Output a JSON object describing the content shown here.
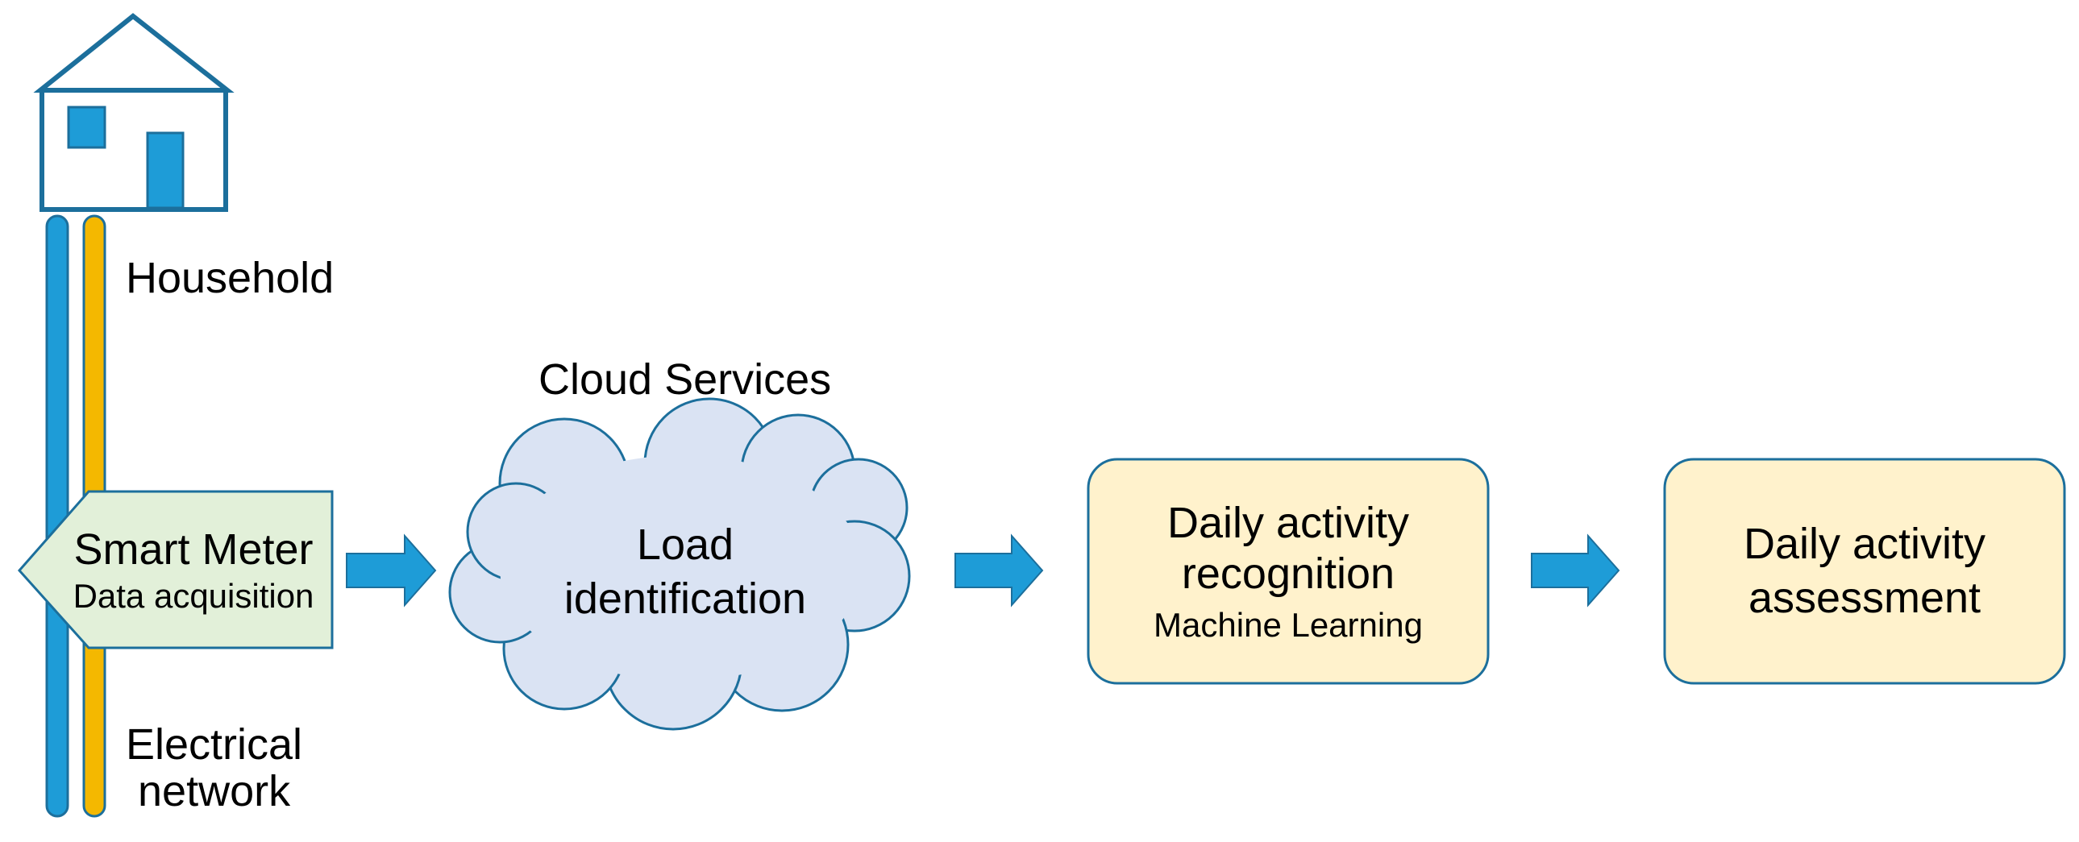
{
  "colors": {
    "blue": "#1e9cd7",
    "blue_stroke": "#1c6f9c",
    "yellow": "#f4b800",
    "meter_fill": "#e2f0d9",
    "meter_stroke": "#1c6f9c",
    "cloud_fill": "#dae3f3",
    "box_fill": "#fff2cc",
    "box_stroke": "#1c6f9c"
  },
  "icons": [
    "house-icon",
    "arrow-right-icon"
  ],
  "household": {
    "label": "Household"
  },
  "network": {
    "label_line1": "Electrical",
    "label_line2": "network"
  },
  "meter": {
    "title": "Smart Meter",
    "subtitle": "Data acquisition"
  },
  "cloud": {
    "caption": "Cloud Services",
    "line1": "Load",
    "line2": "identification"
  },
  "recognition": {
    "line1": "Daily activity",
    "line2": "recognition",
    "subtitle": "Machine Learning"
  },
  "assessment": {
    "line1": "Daily activity",
    "line2": "assessment"
  }
}
